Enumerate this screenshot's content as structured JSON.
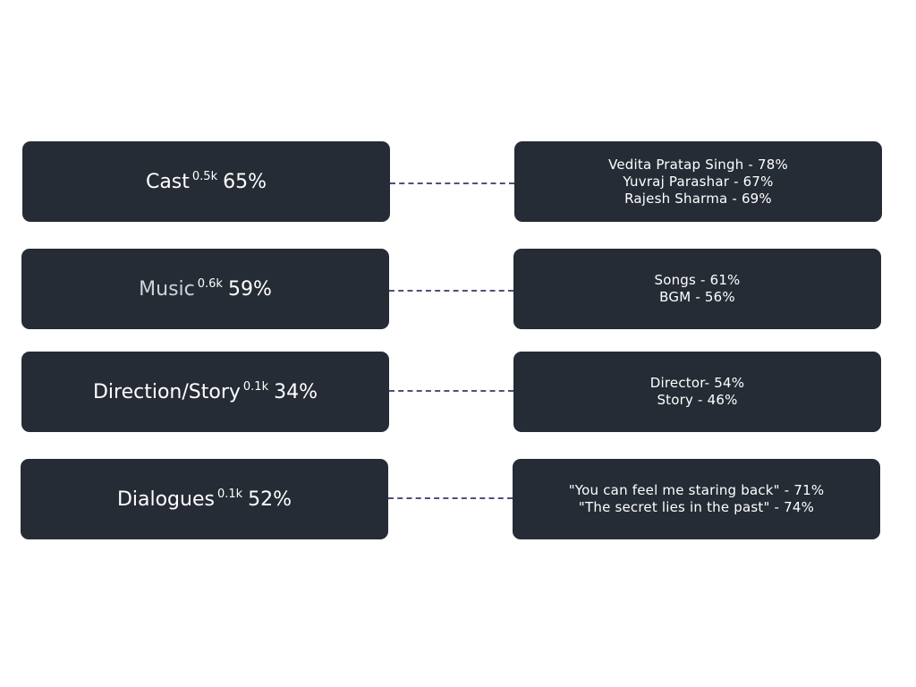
{
  "rows": [
    {
      "category": "Cast",
      "count": "0.5k",
      "percent": "65%",
      "details": [
        "Vedita Pratap Singh - 78%",
        "Yuvraj Parashar - 67%",
        "Rajesh Sharma - 69%"
      ]
    },
    {
      "category": "Music",
      "count": "0.6k",
      "percent": "59%",
      "details": [
        "Songs - 61%",
        "BGM - 56%"
      ]
    },
    {
      "category": "Direction/Story",
      "count": "0.1k",
      "percent": "34%",
      "details": [
        "Director- 54%",
        "Story - 46%"
      ]
    },
    {
      "category": "Dialogues",
      "count": "0.1k",
      "percent": "52%",
      "details": [
        "\"You can feel me staring back\" - 71%",
        "\"The secret lies in the past\" - 74%"
      ]
    }
  ],
  "colors": {
    "box": "#262c35",
    "text": "#ffffff",
    "connector": "#5a4a7d"
  }
}
